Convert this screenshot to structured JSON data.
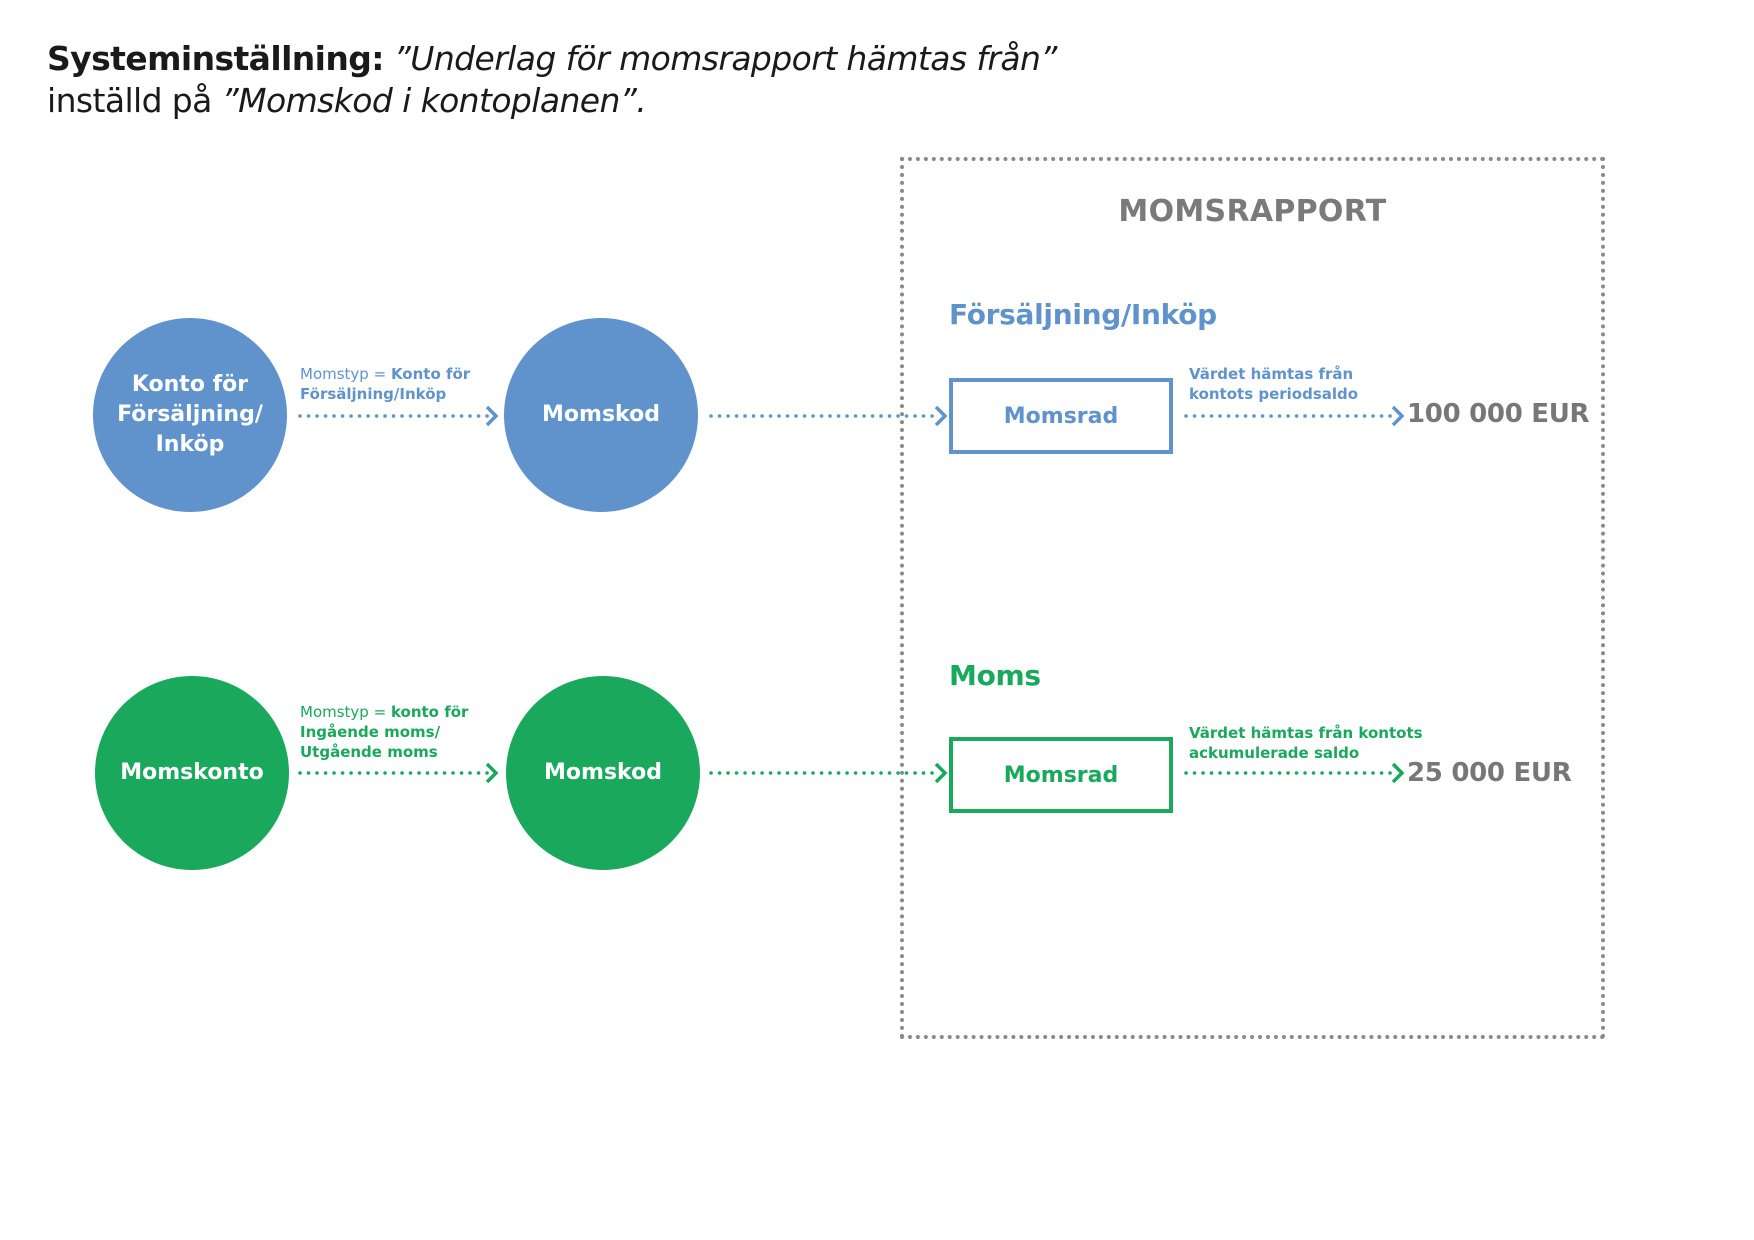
{
  "title": {
    "line1_bold": "Systeminställning:",
    "line1_italic": "”Underlag för momsrapport hämtas från”",
    "line2_regular": "inställd på",
    "line2_italic": "”Momskod i kontoplanen”."
  },
  "report": {
    "title": "MOMSRAPPORT"
  },
  "colors": {
    "blue": "#6093cc",
    "green": "#19a85c",
    "gray": "#7a7a7a"
  },
  "rows": {
    "sales": {
      "source_node": [
        "Konto för",
        "Försäljning/",
        "Inköp"
      ],
      "edge1_label_regular": "Momstyp = ",
      "edge1_label_bold_line1": "Konto för",
      "edge1_label_bold_line2": "Försäljning/Inköp",
      "middle_node": "Momskod",
      "section_heading": "Försäljning/Inköp",
      "report_row": "Momsrad",
      "edge3_label_line1": "Värdet hämtas från",
      "edge3_label_line2": "kontots periodsaldo",
      "amount": "100 000 EUR"
    },
    "vat": {
      "source_node": [
        "Momskonto"
      ],
      "edge1_label_regular": "Momstyp = ",
      "edge1_label_bold_line1": "konto för",
      "edge1_label_bold_line2": "Ingående moms/",
      "edge1_label_bold_line3": "Utgående moms",
      "middle_node": "Momskod",
      "section_heading": "Moms",
      "report_row": "Momsrad",
      "edge3_label_line1": "Värdet hämtas från kontots",
      "edge3_label_line2": "ackumulerade saldo",
      "amount": "25 000 EUR"
    }
  }
}
